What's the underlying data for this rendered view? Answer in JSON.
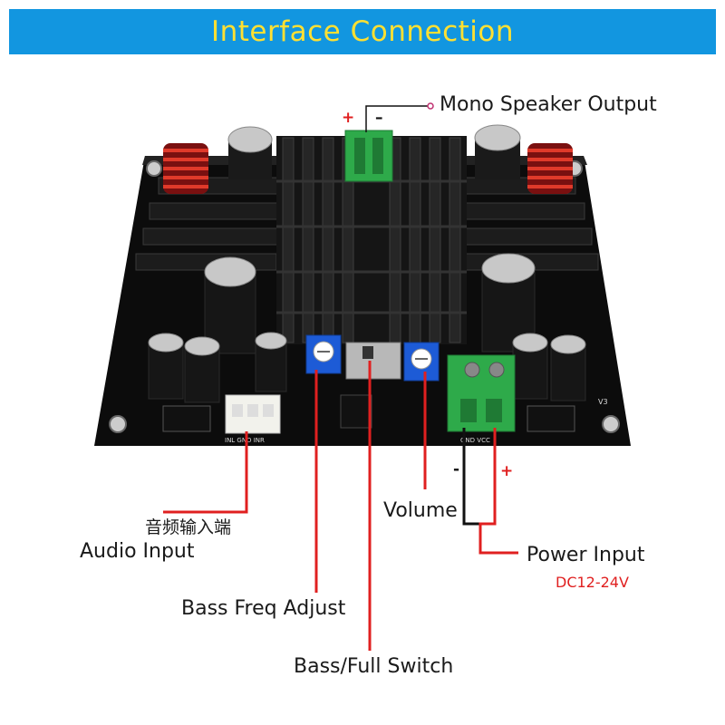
{
  "header": {
    "title": "Interface Connection"
  },
  "callouts": {
    "speaker_output": "Mono Speaker Output",
    "audio_input_cn": "音频输入端",
    "audio_input": "Audio  Input",
    "volume": "Volume",
    "power_input": "Power  Input",
    "power_voltage": "DC12-24V",
    "bass_freq": "Bass Freq Adjust",
    "bass_switch": "Bass/Full Switch"
  },
  "polarity": {
    "speaker_plus": "+",
    "speaker_minus": "–",
    "power_minus": "-",
    "power_plus": "+"
  },
  "board_silkscreen": {
    "audio_pins": "INL GND INR",
    "power_pins": "GND   VCC",
    "version": "V3"
  },
  "colors": {
    "banner": "#1296e0",
    "title": "#ffe032",
    "leader_red": "#e02020",
    "leader_black": "#111111",
    "terminal_green": "#2eaa4a",
    "pcb_black": "#0c0c0c"
  }
}
